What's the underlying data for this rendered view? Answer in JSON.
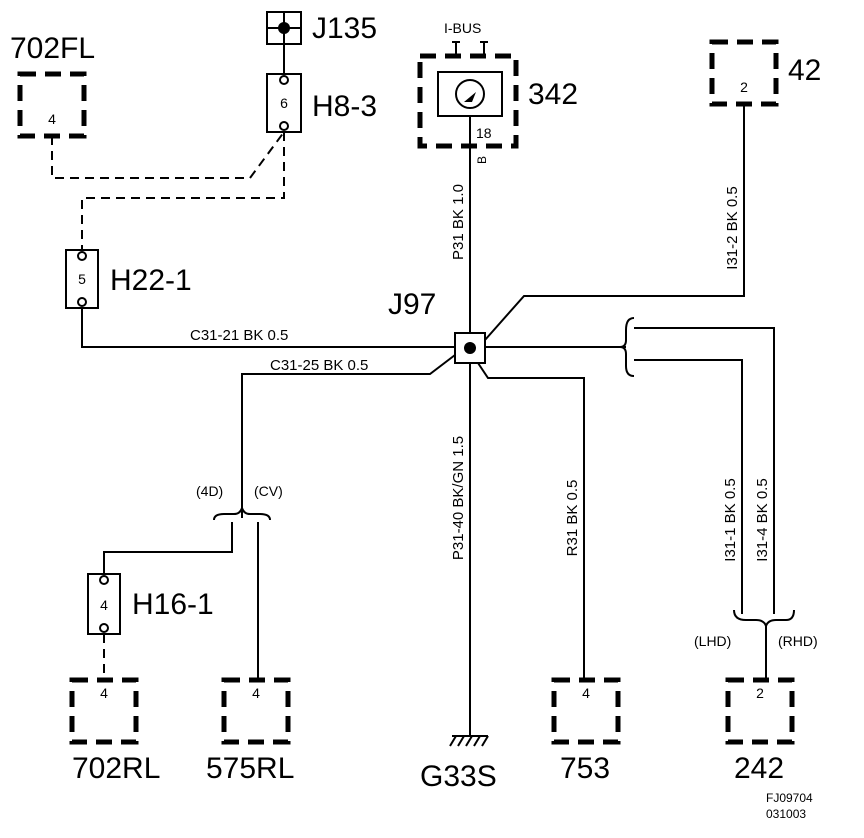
{
  "components": {
    "j135": "J135",
    "h8_3": "H8-3",
    "c702fl": "702FL",
    "ibus": "I-BUS",
    "c342": "342",
    "c42": "42",
    "h22_1": "H22-1",
    "j97": "J97",
    "h16_1": "H16-1",
    "c702rl": "702RL",
    "c575rl": "575RL",
    "g33s": "G33S",
    "c753": "753",
    "c242": "242"
  },
  "pins": {
    "c702fl": "4",
    "h8_3": "6",
    "c342": "18",
    "c342_b": "B",
    "c42": "2",
    "h22_1": "5",
    "h16_1": "4",
    "c702rl": "4",
    "c575rl": "4",
    "c753": "4",
    "c242": "2"
  },
  "wires": {
    "c31_21": "C31-21  BK   0.5",
    "c31_25": "C31-25  BK   0.5",
    "p31": "P31  BK  1.0",
    "i31_2": "I31-2  BK  0.5",
    "p31_40": "P31-40  BK/GN  1.5",
    "r31": "R31  BK  0.5",
    "i31_1": "I31-1  BK  0.5",
    "i31_4": "I31-4  BK  0.5"
  },
  "variants": {
    "d4": "(4D)",
    "cv": "(CV)",
    "lhd": "(LHD)",
    "rhd": "(RHD)"
  },
  "footer": {
    "code1": "FJ09704",
    "code2": "031003"
  }
}
